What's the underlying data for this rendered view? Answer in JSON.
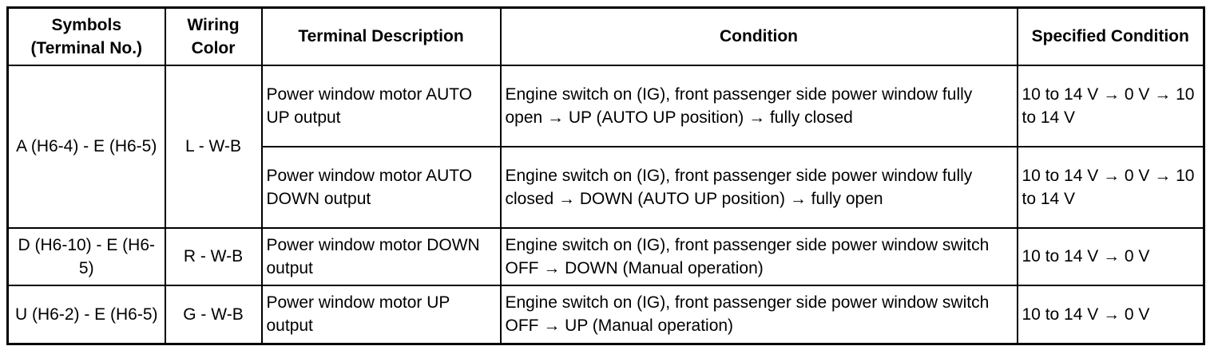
{
  "headers": {
    "symbols": "Symbols (Terminal No.)",
    "wiring": "Wiring Color",
    "description": "Terminal Description",
    "condition": "Condition",
    "specified": "Specified Condition"
  },
  "rows": [
    {
      "symbols": "A (H6-4) - E (H6-5)",
      "wiring": "L - W-B",
      "description": "Power window motor AUTO UP output",
      "condition": "Engine switch on (IG), front passenger side power window fully open → UP (AUTO UP position) → fully closed",
      "specified": "10 to 14 V → 0 V → 10 to 14 V"
    },
    {
      "description": "Power window motor AUTO DOWN output",
      "condition": "Engine switch on (IG), front passenger side power window fully closed → DOWN (AUTO UP position) → fully open",
      "specified": "10 to 14 V → 0 V → 10 to 14 V"
    },
    {
      "symbols": "D (H6-10) - E (H6-5)",
      "wiring": "R - W-B",
      "description": "Power window motor DOWN output",
      "condition": "Engine switch on (IG), front passenger side power window switch OFF → DOWN (Manual operation)",
      "specified": "10 to 14 V → 0 V"
    },
    {
      "symbols": "U (H6-2) - E (H6-5)",
      "wiring": "G - W-B",
      "description": "Power window motor UP output",
      "condition": "Engine switch on (IG), front passenger side power window switch OFF → UP (Manual operation)",
      "specified": "10 to 14 V → 0 V"
    }
  ]
}
